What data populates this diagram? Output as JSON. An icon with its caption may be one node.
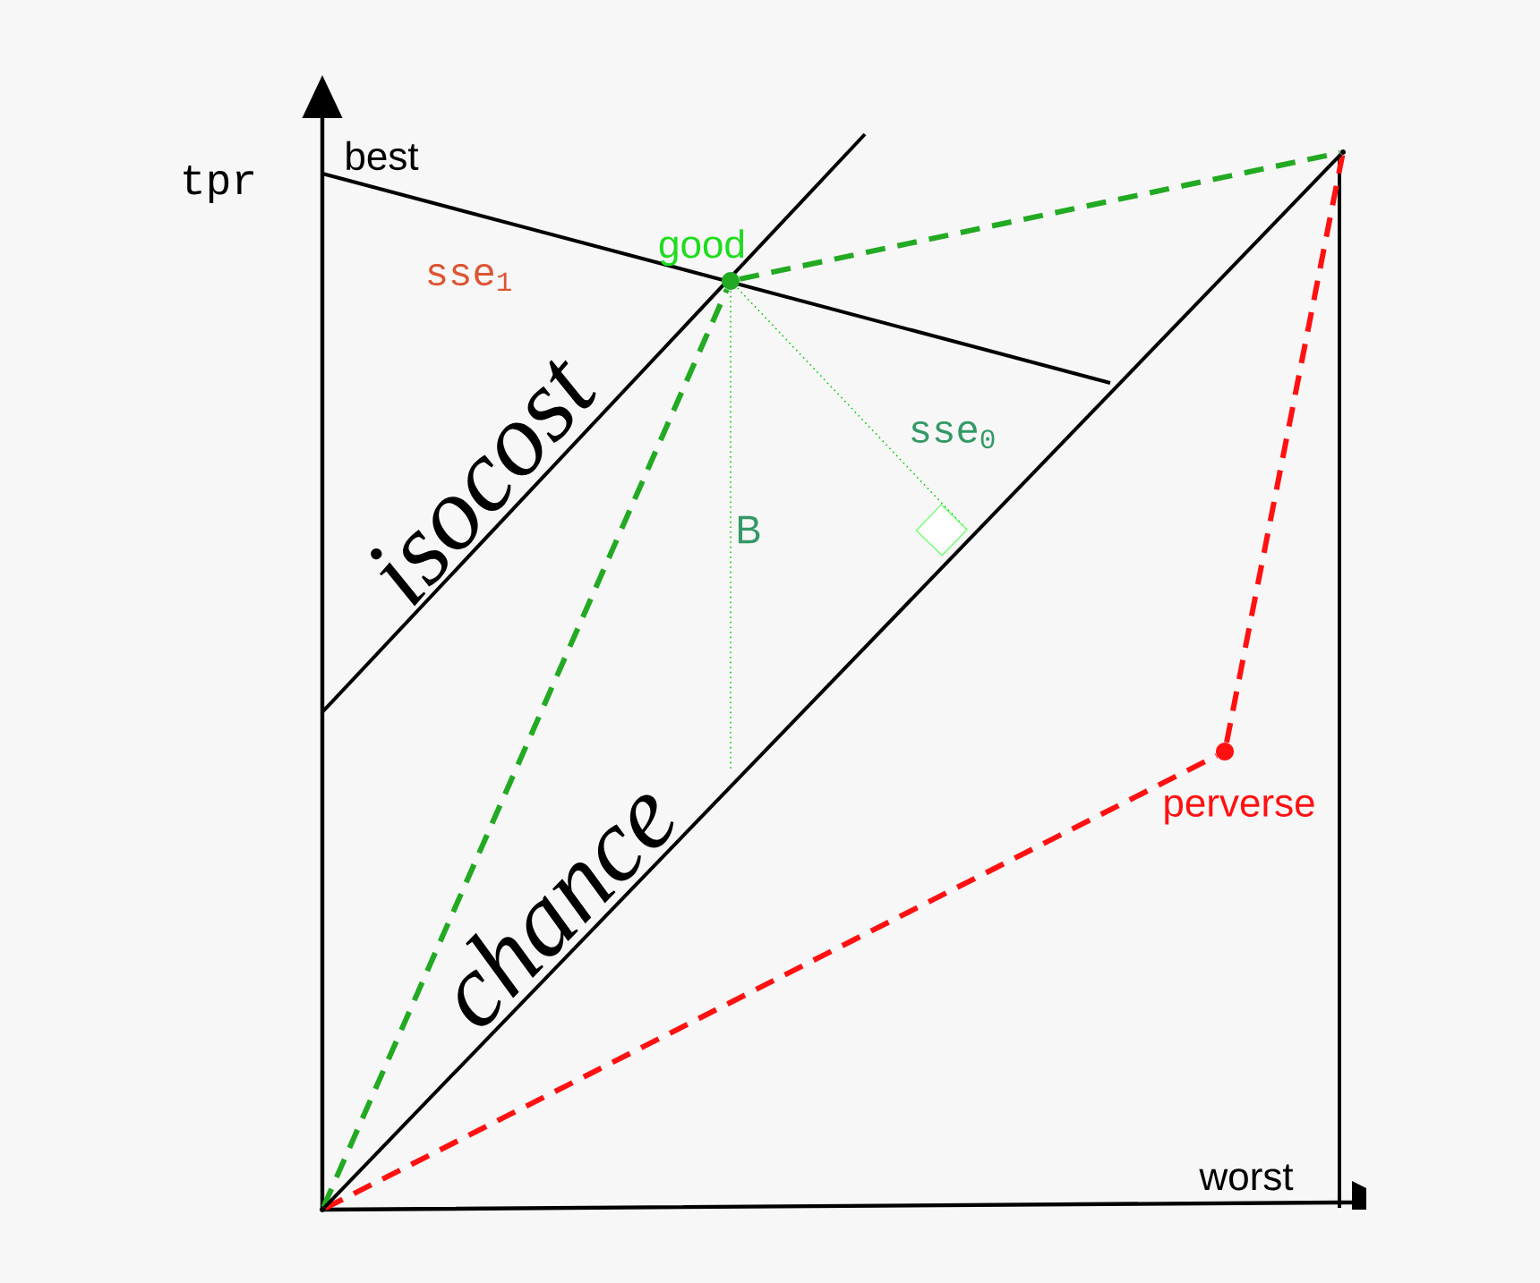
{
  "diagram": {
    "nodes": [
      {
        "text": [],
        "shape": "circle"
      },
      {
        "text": [
          "good"
        ]
      },
      {
        "text": [
          "perverse"
        ]
      },
      {
        "text": [],
        "shape": "circle"
      }
    ],
    "edges": [
      {
        "from": 3,
        "to": 1,
        "arrow": "none",
        "style": "dashed",
        "color": "#22aa22"
      },
      {
        "from": 1,
        "to": 0,
        "arrow": "none",
        "style": "dashed",
        "color": "#22aa22"
      },
      {
        "from": 3,
        "to": 2,
        "arrow": "none",
        "style": "dashed",
        "color": "#ff1111"
      },
      {
        "from": 2,
        "to": 0,
        "arrow": "none",
        "style": "dashed",
        "color": "#ff1111"
      },
      {
        "from": 3,
        "to": 0,
        "arrow": "none",
        "color": "#000000"
      }
    ],
    "labels": [
      "tpr",
      "best",
      "sse$_{1}$",
      "isocost",
      "B",
      "sse$_{0}$",
      "chance",
      "worst"
    ]
  }
}
